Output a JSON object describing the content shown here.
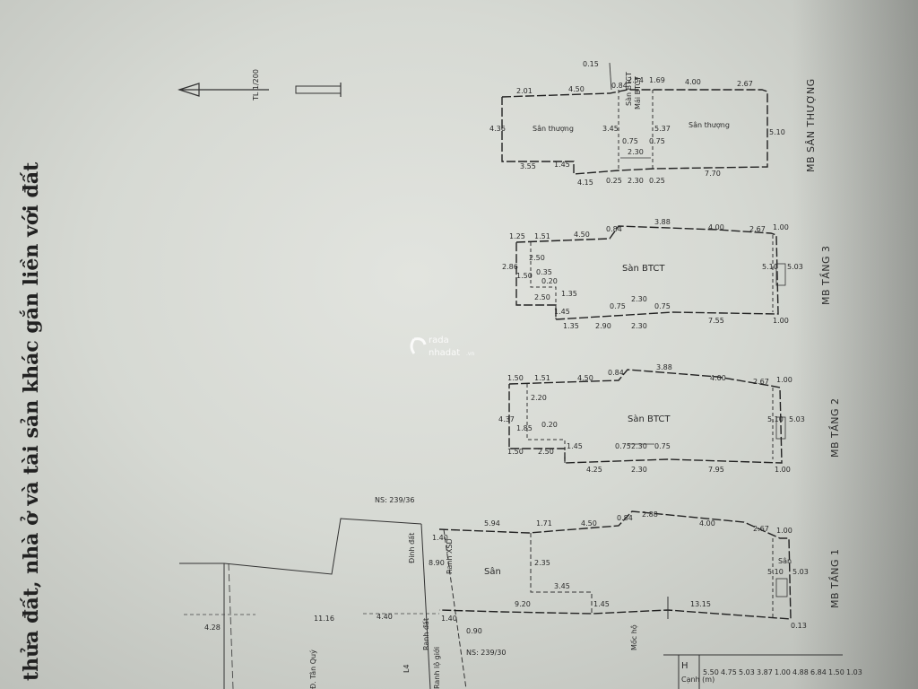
{
  "title": "thửa đất, nhà ở và tài sản khác gắn liền với đất",
  "watermark": {
    "line1": "rada",
    "line2": "nhadat",
    "suffix": ".vn"
  },
  "street_label": "Đ. Tân Quý",
  "neighbors": {
    "top": "NS: 239/36",
    "bottom": "NS: 239/30"
  },
  "plans": {
    "floor1": {
      "caption": "MB TẦNG 1",
      "room": "Sân",
      "small_room": "Sân",
      "top_dims": [
        "5.94",
        "1.71",
        "4.50",
        "0.84",
        "2.88",
        "4.00",
        "2.67",
        "1.00"
      ],
      "bottom_dims": [
        "9.20",
        "1.45",
        "13.15",
        "0.13"
      ],
      "side_dims": [
        "5.10",
        "5.03",
        "2.35",
        "3.45",
        "1.40",
        "1.40",
        "0.90",
        "8.90",
        "4.40"
      ],
      "notes": [
        "Ranh XSD",
        "Ranh đất",
        "Ranh lộ giới",
        "Đinh đất",
        "Mốc hộ"
      ],
      "lot_dims": [
        "11.16",
        "4.28",
        "L4"
      ]
    },
    "floor2": {
      "caption": "MB TẦNG 2",
      "room": "Sàn BTCT",
      "top_dims": [
        "1.50",
        "1.51",
        "4.50",
        "0.84",
        "3.88",
        "4.00",
        "2.67",
        "1.00"
      ],
      "bottom_dims": [
        "1.50",
        "2.50",
        "1.45",
        "4.25",
        "2.30",
        "7.95",
        "1.00"
      ],
      "side_dims": [
        "4.37",
        "1.85",
        "2.20",
        "0.20",
        "0.75",
        "2.30",
        "0.75",
        "5.10",
        "5.03"
      ]
    },
    "floor3": {
      "caption": "MB TẦNG 3",
      "room": "Sàn BTCT",
      "top_dims": [
        "1.25",
        "1.51",
        "4.50",
        "0.84",
        "3.88",
        "4.00",
        "2.67",
        "1.00"
      ],
      "bottom_dims": [
        "1.35",
        "2.90",
        "2.30",
        "7.55",
        "1.00"
      ],
      "side_dims": [
        "2.86",
        "1.50",
        "2.50",
        "0.35",
        "0.20",
        "2.50",
        "1.35",
        "1.45",
        "0.75",
        "2.30",
        "0.75",
        "5.10",
        "5.03"
      ]
    },
    "roof": {
      "caption": "MB SÂN THƯỢNG",
      "room_left": "Sân thượng",
      "room_right": "Sân thượng",
      "room_mid": "Sàn BTCT",
      "room_mid_sub": "Mái BTCT",
      "top_dims": [
        "2.01",
        "4.50",
        "0.84",
        "2.54",
        "1.69",
        "4.00",
        "2.67"
      ],
      "bottom_dims": [
        "3.55",
        "1.45",
        "4.15",
        "0.25",
        "2.30",
        "0.25",
        "7.70"
      ],
      "side_dims": [
        "4.36",
        "3.45",
        "5.37",
        "0.75",
        "2.30",
        "0.75",
        "5.10",
        "0.15"
      ]
    }
  },
  "north_arrow": {
    "label": "TL 1/200"
  },
  "table": {
    "header": "H",
    "col_header": "Cạnh (m)",
    "values": [
      "5.50",
      "4.75",
      "5.03",
      "3.87",
      "1.00",
      "4.88",
      "6.84",
      "1.50",
      "1.03"
    ]
  }
}
